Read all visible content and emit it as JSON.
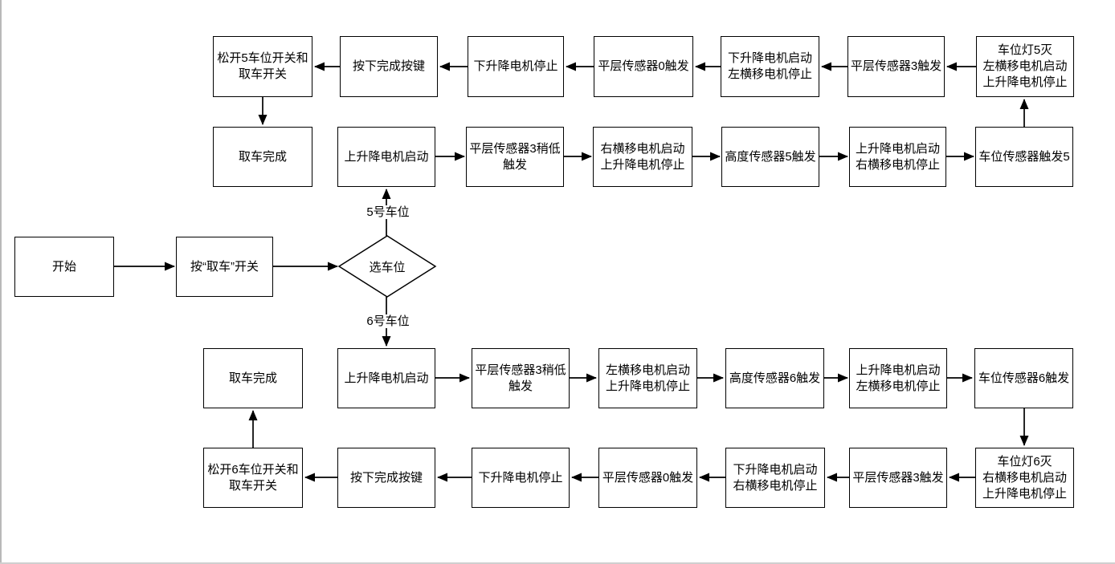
{
  "diagram": {
    "title_implicit": "取车流程图",
    "main_flow": {
      "start": "开始",
      "press_pickup": "按“取车”开关",
      "choose_slot": "选车位"
    },
    "branch_labels": {
      "slot5": "5号车位",
      "slot6": "6号车位"
    },
    "slot5_top_row": [
      "松开5车位开关和\n取车开关",
      "按下完成按键",
      "下升降电机停止",
      "平层传感器0触发",
      "下升降电机启动\n左横移电机停止",
      "平层传感器3触发",
      "车位灯5灭\n左横移电机启动\n上升降电机停止"
    ],
    "slot5_mid_row": [
      "取车完成",
      "上升降电机启动",
      "平层传感器3稍低\n触发",
      "右横移电机启动\n上升降电机停止",
      "高度传感器5触发",
      "上升降电机启动\n右横移电机停止",
      "车位传感器触发5"
    ],
    "slot6_mid_row": [
      "取车完成",
      "上升降电机启动",
      "平层传感器3稍低\n触发",
      "左横移电机启动\n上升降电机停止",
      "高度传感器6触发",
      "上升降电机启动\n左横移电机停止",
      "车位传感器6触发"
    ],
    "slot6_bottom_row": [
      "松开6车位开关和\n取车开关",
      "按下完成按键",
      "下升降电机停止",
      "平层传感器0触发",
      "下升降电机启动\n右横移电机停止",
      "平层传感器3触发",
      "车位灯6灭\n右横移电机启动\n上升降电机停止"
    ]
  }
}
